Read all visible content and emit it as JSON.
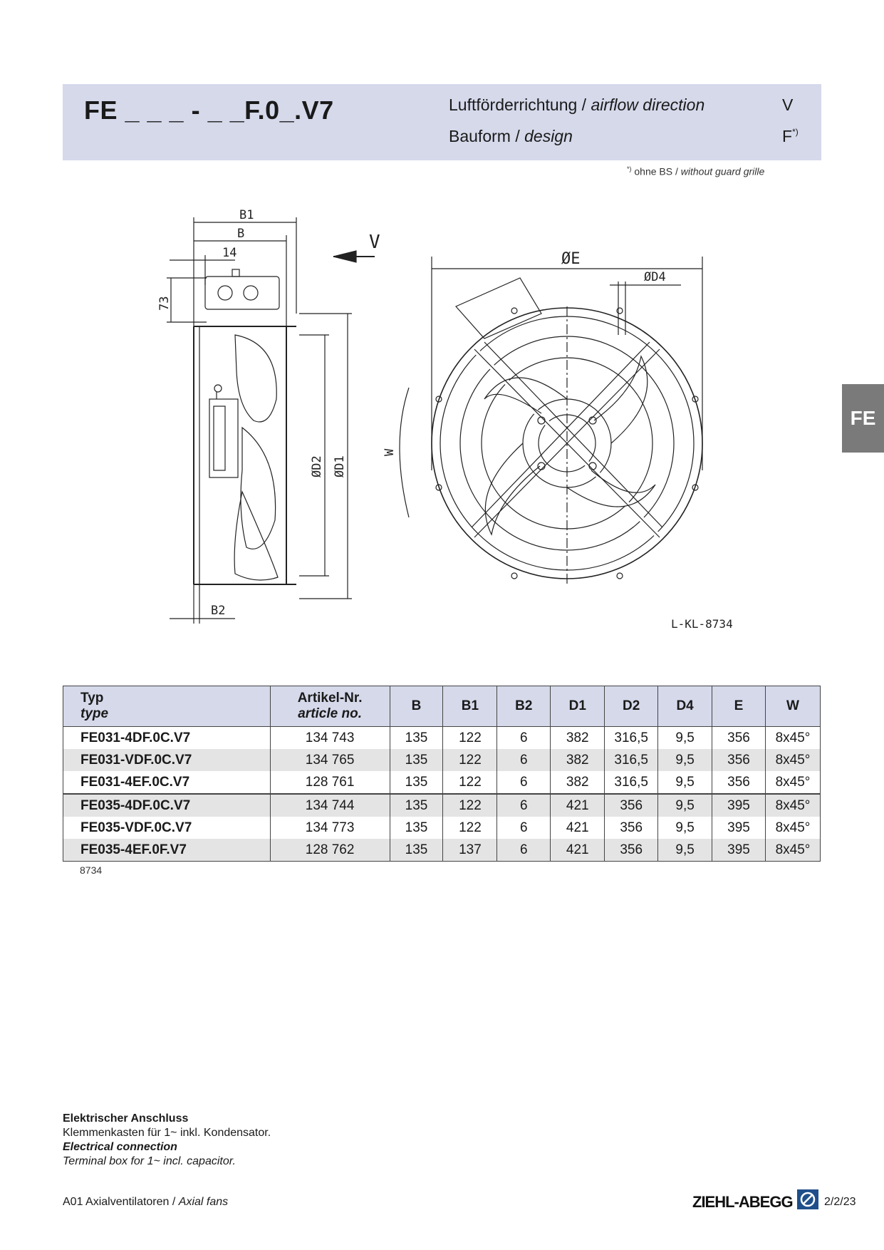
{
  "header": {
    "model_code": "FE _ _ _ - _ _F.0_.V7",
    "airflow_label_de": "Luftförderrichtung / ",
    "airflow_label_en": "airflow direction",
    "airflow_value": "V",
    "design_label_de": "Bauform  / ",
    "design_label_en": "design",
    "design_value": "F",
    "design_value_sup": "*)"
  },
  "footnote": {
    "marker": "*)",
    "text_de": " ohne BS / ",
    "text_en": "without  guard grille"
  },
  "side_tab": "FE",
  "drawing": {
    "side_labels": [
      "B1",
      "B",
      "14",
      "73",
      "ØD2",
      "ØD1",
      "B2"
    ],
    "direction_label": "V",
    "front_labels": [
      "ØE",
      "ØD4",
      "W"
    ],
    "reference": "L-KL-8734"
  },
  "table": {
    "headers": {
      "type_de": "Typ",
      "type_en": "type",
      "article_de": "Artikel-Nr.",
      "article_en": "article no.",
      "cols": [
        "B",
        "B1",
        "B2",
        "D1",
        "D2",
        "D4",
        "E",
        "W"
      ]
    },
    "rows": [
      [
        "FE031-4DF.0C.V7",
        "134 743",
        "135",
        "122",
        "6",
        "382",
        "316,5",
        "9,5",
        "356",
        "8x45°"
      ],
      [
        "FE031-VDF.0C.V7",
        "134 765",
        "135",
        "122",
        "6",
        "382",
        "316,5",
        "9,5",
        "356",
        "8x45°"
      ],
      [
        "FE031-4EF.0C.V7",
        "128 761",
        "135",
        "122",
        "6",
        "382",
        "316,5",
        "9,5",
        "356",
        "8x45°"
      ],
      [
        "FE035-4DF.0C.V7",
        "134 744",
        "135",
        "122",
        "6",
        "421",
        "356",
        "9,5",
        "395",
        "8x45°"
      ],
      [
        "FE035-VDF.0C.V7",
        "134 773",
        "135",
        "122",
        "6",
        "421",
        "356",
        "9,5",
        "395",
        "8x45°"
      ],
      [
        "FE035-4EF.0F.V7",
        "128 762",
        "135",
        "137",
        "6",
        "421",
        "356",
        "9,5",
        "395",
        "8x45°"
      ]
    ],
    "reference": "8734"
  },
  "electrical": {
    "heading_de": "Elektrischer Anschluss",
    "text_de": "Klemmenkasten für 1~ inkl. Kondensator.",
    "heading_en": "Electrical connection",
    "text_en": "Terminal box for 1~ incl. capacitor."
  },
  "footer": {
    "section_de": "A01 Axialventilatoren / ",
    "section_en": "Axial fans",
    "brand": "ZIEHL-ABEGG",
    "page": "2/2/23"
  }
}
